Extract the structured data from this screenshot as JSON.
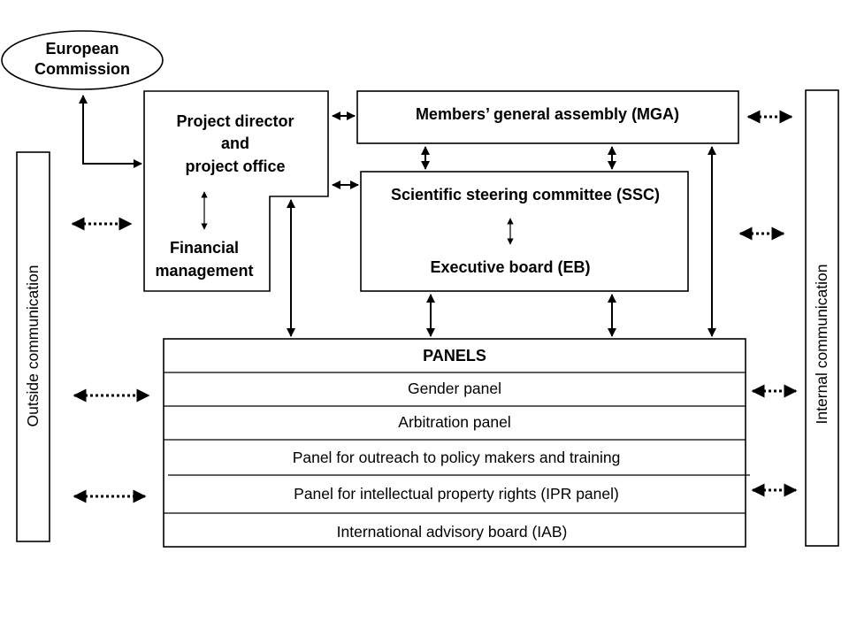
{
  "nodes": {
    "european_commission": [
      "European",
      "Commission"
    ],
    "project_director": [
      "Project director",
      "and",
      "project office"
    ],
    "financial_management": [
      "Financial",
      "management"
    ],
    "mga": "Members’ general assembly (MGA)",
    "ssc": "Scientific steering committee (SSC)",
    "eb": "Executive board  (EB)",
    "outside_communication": "Outside communication",
    "internal_communication": "Internal communication"
  },
  "panels": {
    "header": "PANELS",
    "rows": [
      "Gender panel",
      "Arbitration panel",
      "Panel for outreach to policy makers and training",
      "Panel for intellectual property rights (IPR  panel)",
      "International advisory board (IAB)"
    ]
  }
}
